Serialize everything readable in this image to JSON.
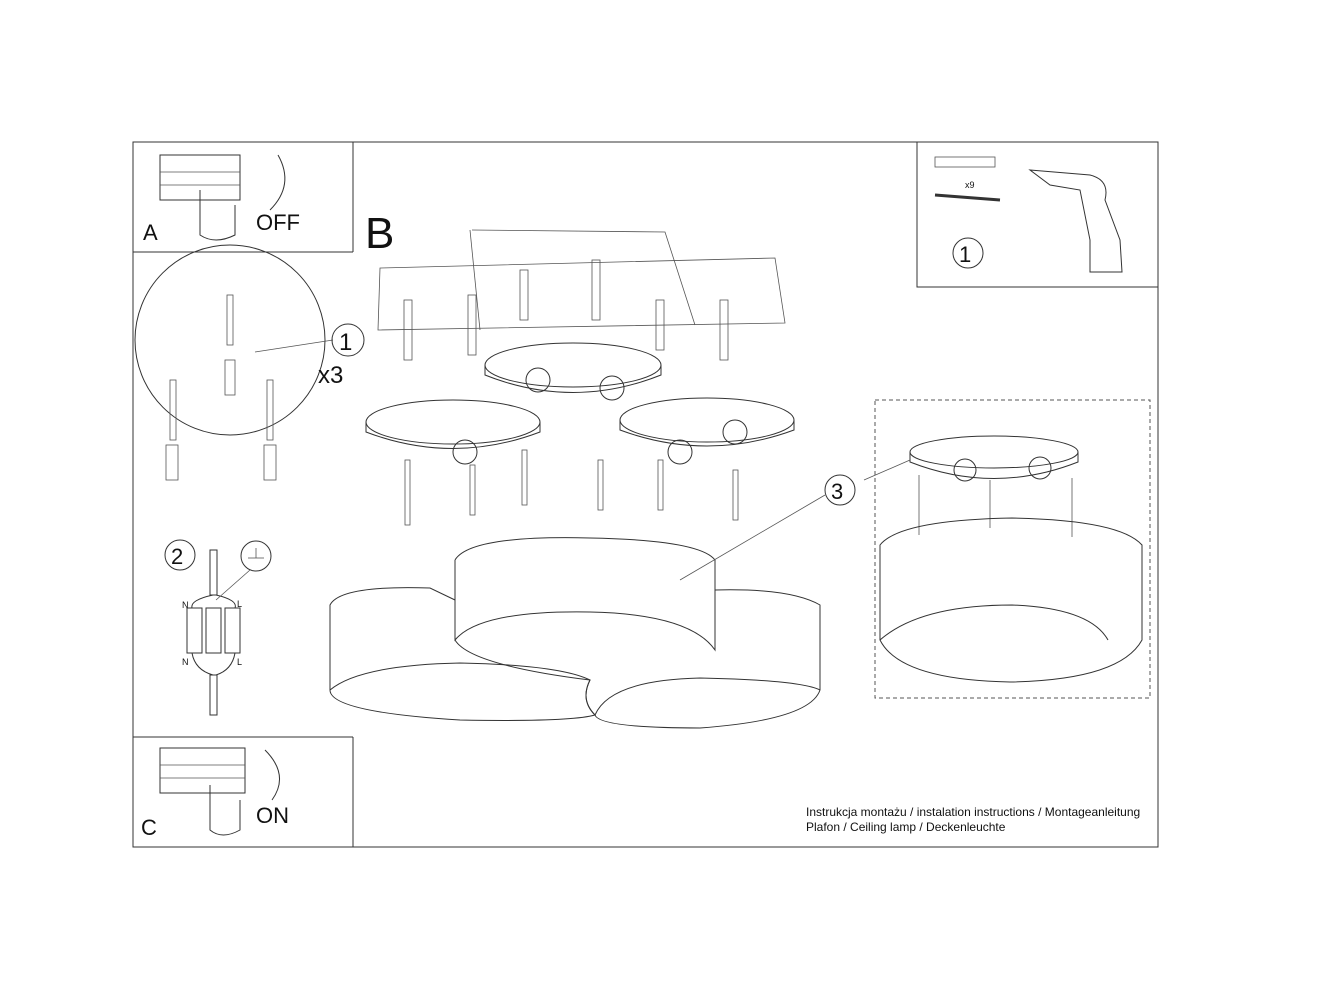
{
  "panels": {
    "a": {
      "letter": "A",
      "label": "OFF"
    },
    "b": {
      "letter": "B"
    },
    "c": {
      "letter": "C",
      "label": "ON"
    }
  },
  "steps": {
    "step1": "1",
    "step1_multiplier": "x3",
    "step2": "2",
    "step3": "3"
  },
  "tools": {
    "quantity": "x9",
    "step": "1"
  },
  "wiring": {
    "neutral": "N",
    "live": "L"
  },
  "footer": {
    "line1": "Instrukcja montażu / instalation instructions / Montageanleitung",
    "line2": "Plafon / Ceiling lamp / Deckenleuchte"
  }
}
